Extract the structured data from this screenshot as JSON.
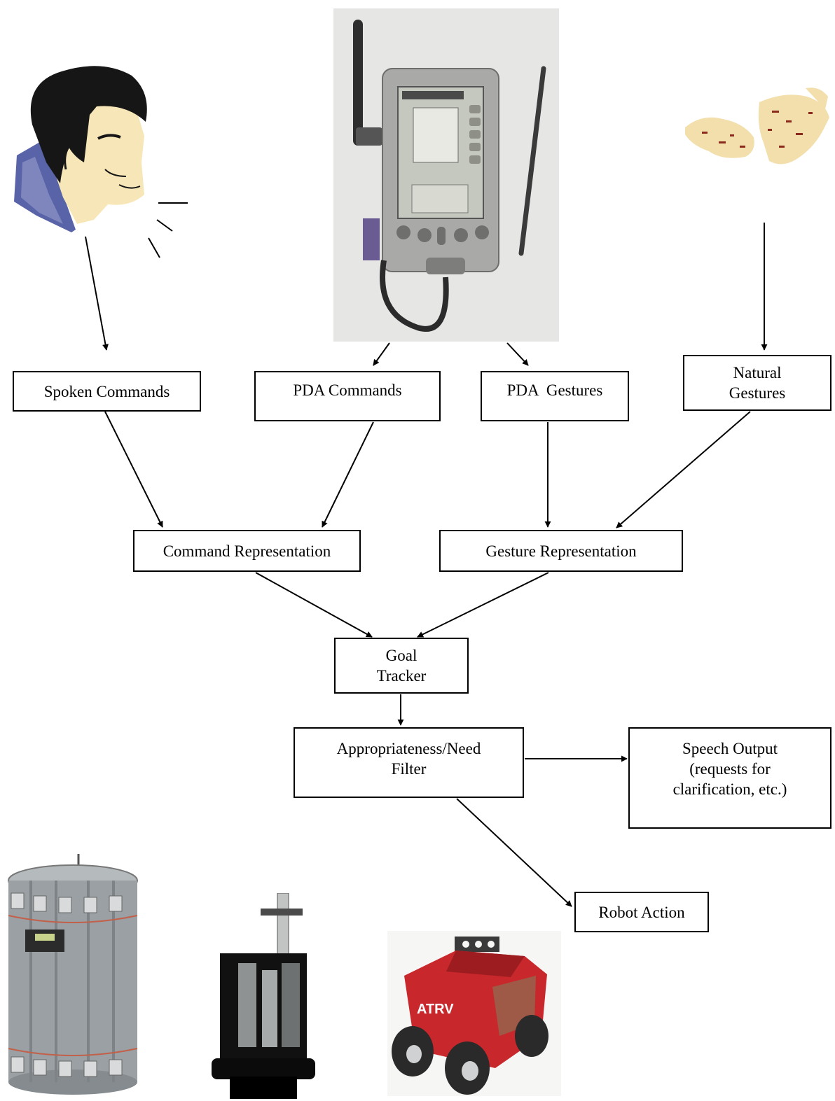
{
  "colors": {
    "line": "#000000",
    "photo_bg": "#e6e6e4",
    "skin": "#f7e7b8",
    "hair": "#161616",
    "collar": "#5863a8",
    "robot_red": "#c8282c",
    "metal_gray": "#9aa0a3"
  },
  "illustrations": [
    {
      "id": "speaker",
      "icon": "speaking-person-icon"
    },
    {
      "id": "pda",
      "icon": "pda-device-icon"
    },
    {
      "id": "hands",
      "icon": "gesturing-hands-icon"
    },
    {
      "id": "robot1",
      "icon": "cylindrical-robot-icon"
    },
    {
      "id": "robot2",
      "icon": "mobile-robot-icon"
    },
    {
      "id": "robot3",
      "icon": "atrv-robot-icon"
    }
  ],
  "nodes": {
    "spoken_commands": "Spoken Commands",
    "pda_commands": "PDA Commands",
    "pda_gestures": "PDA  Gestures",
    "natural_gestures": "Natural\nGestures",
    "command_representation": "Command Representation",
    "gesture_representation": "Gesture Representation",
    "goal_tracker": "Goal\nTracker",
    "appropriateness_filter": "Appropriateness/Need\nFilter",
    "speech_output": "Speech Output\n(requests for\nclarification, etc.)",
    "robot_action": "Robot Action"
  },
  "robot_logo": "ATRV"
}
